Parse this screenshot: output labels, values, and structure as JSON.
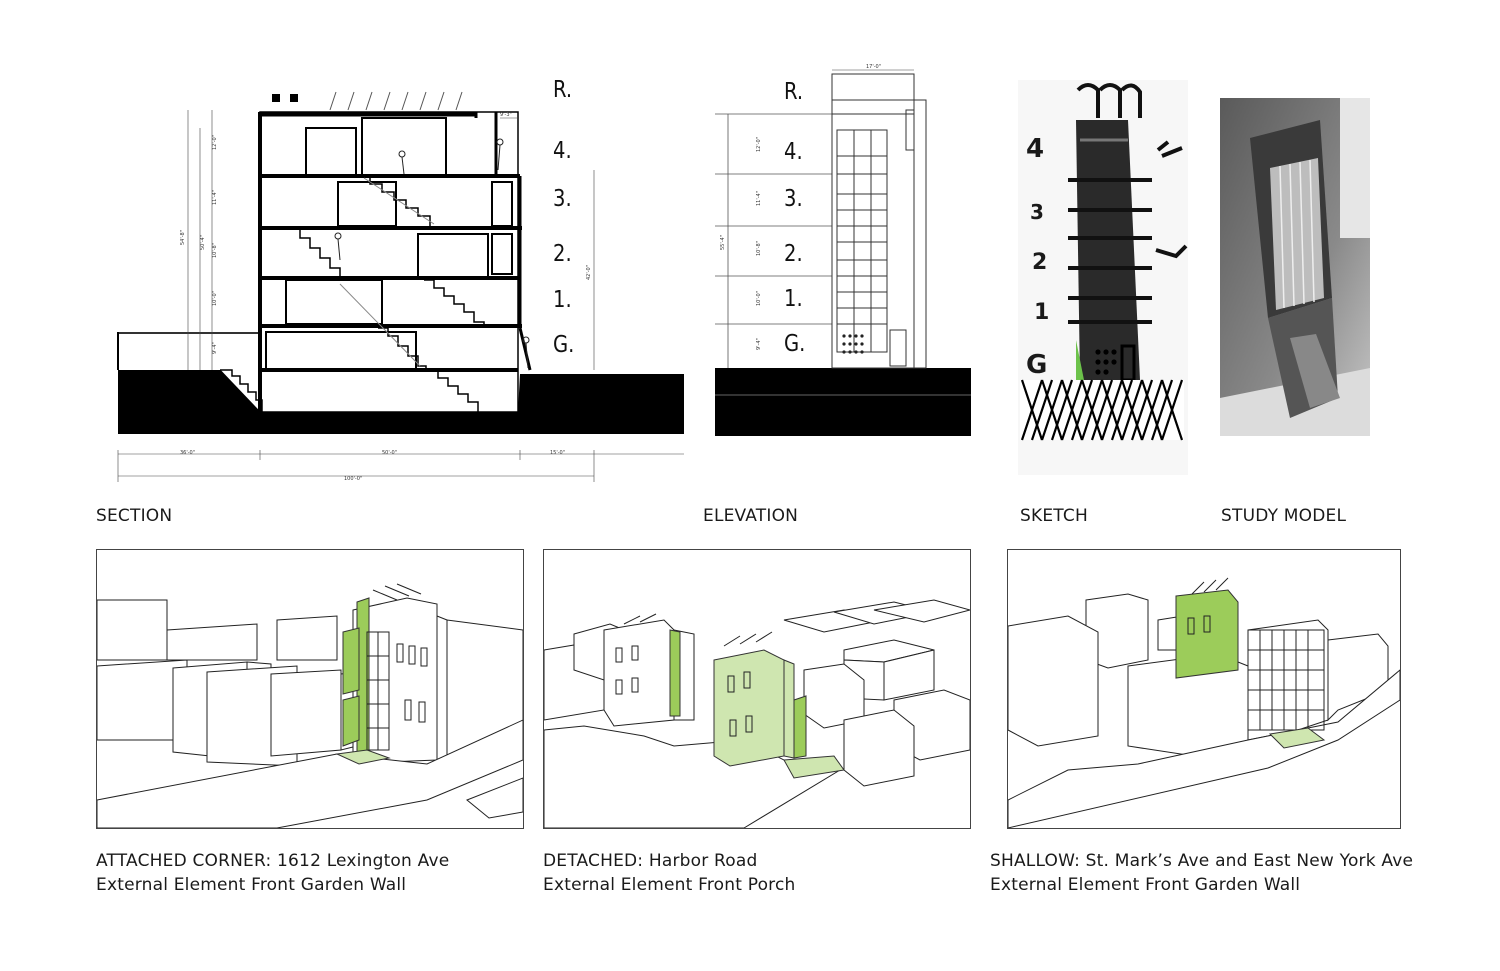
{
  "captions": {
    "section": "SECTION",
    "elevation": "ELEVATION",
    "sketch": "SKETCH",
    "study_model": "STUDY MODEL"
  },
  "section_levels": [
    "R.",
    "4.",
    "3.",
    "2.",
    "1.",
    "G."
  ],
  "elevation_levels": [
    "R.",
    "4.",
    "3.",
    "2.",
    "1.",
    "G."
  ],
  "sketch_levels": [
    "4",
    "3",
    "2",
    "1",
    "G"
  ],
  "section_dims": {
    "bottom_left": "36'-0\"",
    "bottom_mid": "50'-0\"",
    "bottom_right": "15'-0\"",
    "bottom_total": "100'-0\"",
    "height_total": "54'-8\"",
    "height_sub": "50'-4\"",
    "height_right": "42'-0\"",
    "top_right": "9'-3\"",
    "floors": [
      "12'-0\"",
      "11'-4\"",
      "10'-8\"",
      "10'-0\"",
      "9'-4\""
    ]
  },
  "elevation_dims": {
    "width": "17'-0\"",
    "height_total": "55'-4\"",
    "floors": [
      "12'-0\"",
      "11'-4\"",
      "10'-8\"",
      "10'-0\"",
      "9'-4\""
    ]
  },
  "site_views": [
    {
      "title": "ATTACHED CORNER: 1612 Lexington Ave",
      "subtitle": "External Element Front Garden Wall"
    },
    {
      "title": "DETACHED: Harbor Road",
      "subtitle": "External Element Front Porch"
    },
    {
      "title": "SHALLOW: St. Mark’s Ave and East New York Ave",
      "subtitle": "External Element Front Garden Wall"
    }
  ],
  "colors": {
    "accent_green": "#9ccc5a",
    "light_green": "#cfe6b0",
    "ink": "#111111"
  }
}
